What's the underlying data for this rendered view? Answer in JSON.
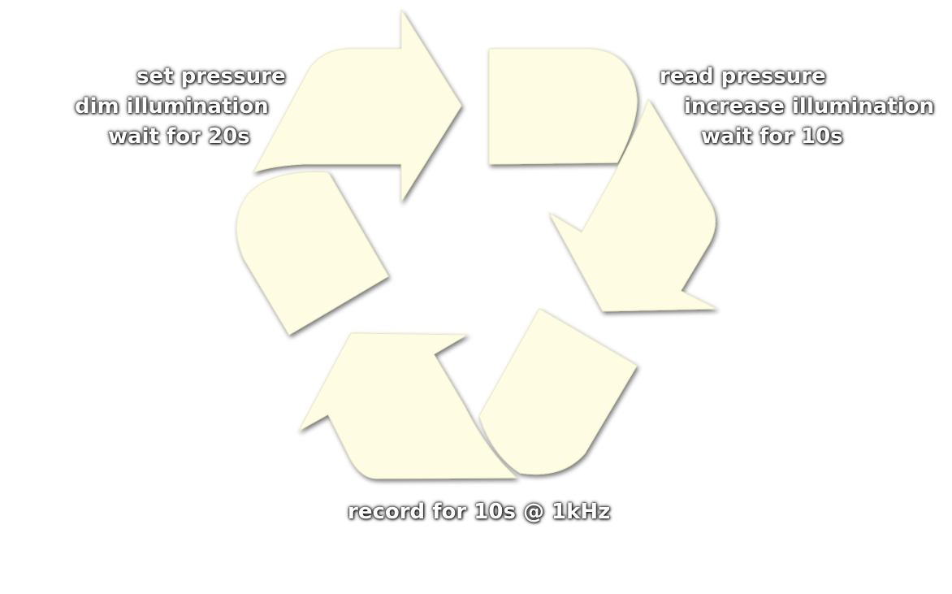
{
  "diagram": {
    "fill_color": "#fefde4",
    "stroke_color": "#ebe9c4",
    "label_color": "#ffffff",
    "label_shadow_color": "#000000"
  },
  "steps": {
    "top_left": {
      "lines": [
        "set pressure",
        "dim illumination",
        "wait for 20s"
      ]
    },
    "top_right": {
      "lines": [
        "read pressure",
        "increase illumination",
        "wait for 10s"
      ]
    },
    "bottom": {
      "lines": [
        "record for 10s @ 1kHz"
      ]
    }
  }
}
